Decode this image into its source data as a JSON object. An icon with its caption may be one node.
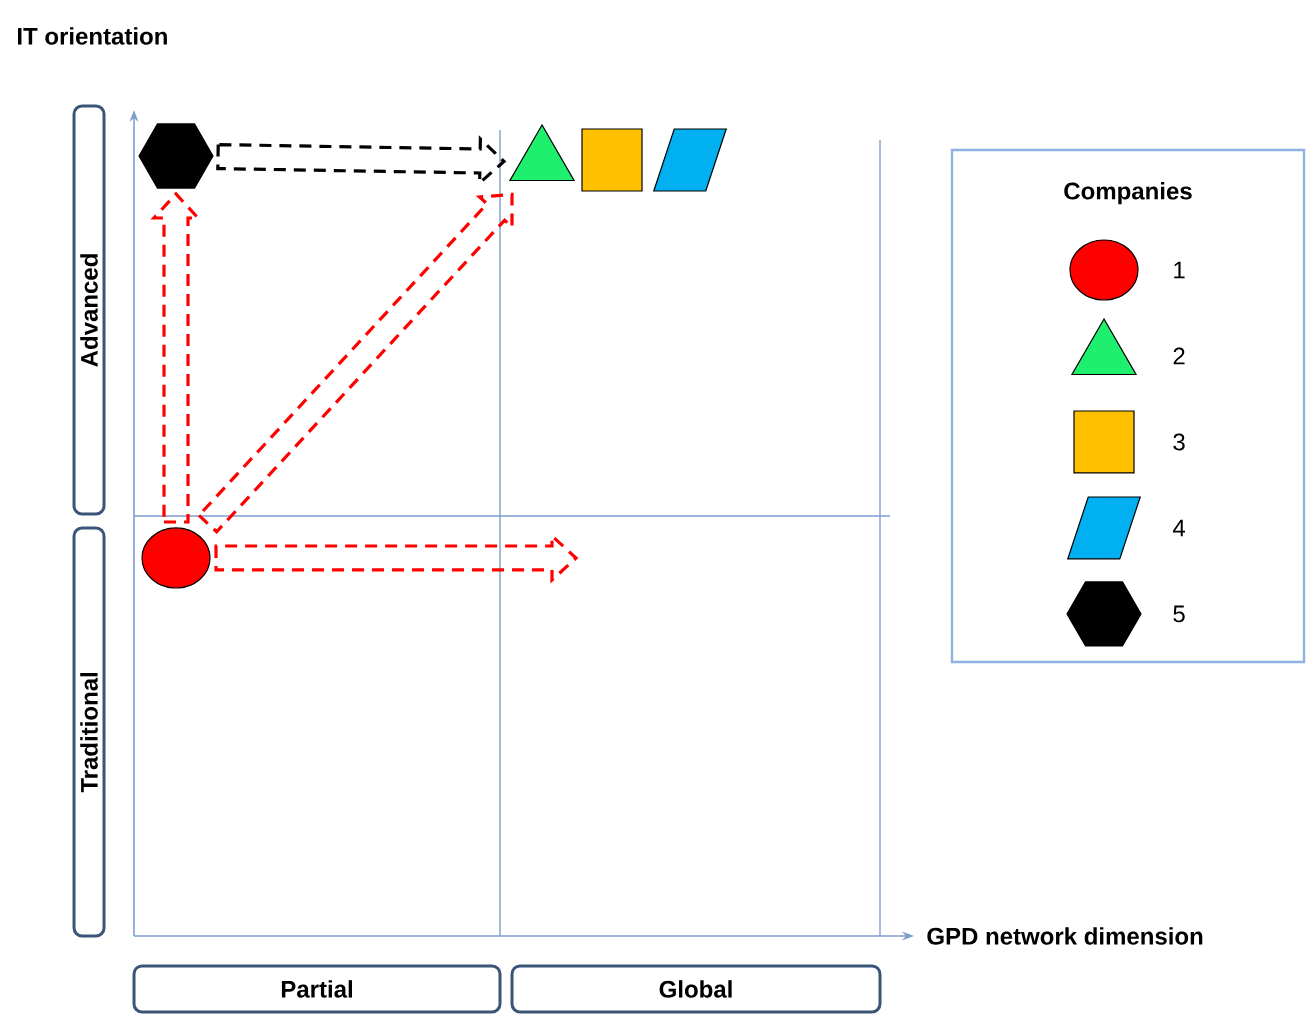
{
  "diagram": {
    "nodes": [
      {
        "text": [],
        "shape": "hexagon"
      },
      {
        "text": [],
        "shape": "triangle"
      },
      {
        "text": [],
        "shape": "box"
      },
      {
        "text": [],
        "shape": "parallelogram"
      },
      {
        "text": [
          "Advanced"
        ]
      },
      {
        "text": [
          "Companies"
        ]
      },
      {
        "text": [],
        "shape": "circle"
      },
      {
        "text": [
          "Traditional"
        ]
      },
      {
        "text": [
          "Partial"
        ]
      },
      {
        "text": [
          "Global"
        ]
      }
    ],
    "edges": [
      {
        "from": 0,
        "to": 1,
        "arrow": "to",
        "style": "dashed",
        "color": "#000000"
      },
      {
        "from": 6,
        "to": 0,
        "arrow": "to",
        "style": "dashed"
      },
      {
        "from": 6,
        "to": 1,
        "arrow": "to",
        "style": "dashed"
      },
      {
        "from": 6,
        "to": null,
        "arrow": "to",
        "style": "dashed"
      }
    ],
    "labels": [
      "IT orientation",
      "GPD network dimension"
    ],
    "legend": [
      {
        "text": "1"
      },
      {
        "text": "2"
      },
      {
        "text": "3"
      },
      {
        "text": "4"
      },
      {
        "text": "5"
      }
    ]
  }
}
